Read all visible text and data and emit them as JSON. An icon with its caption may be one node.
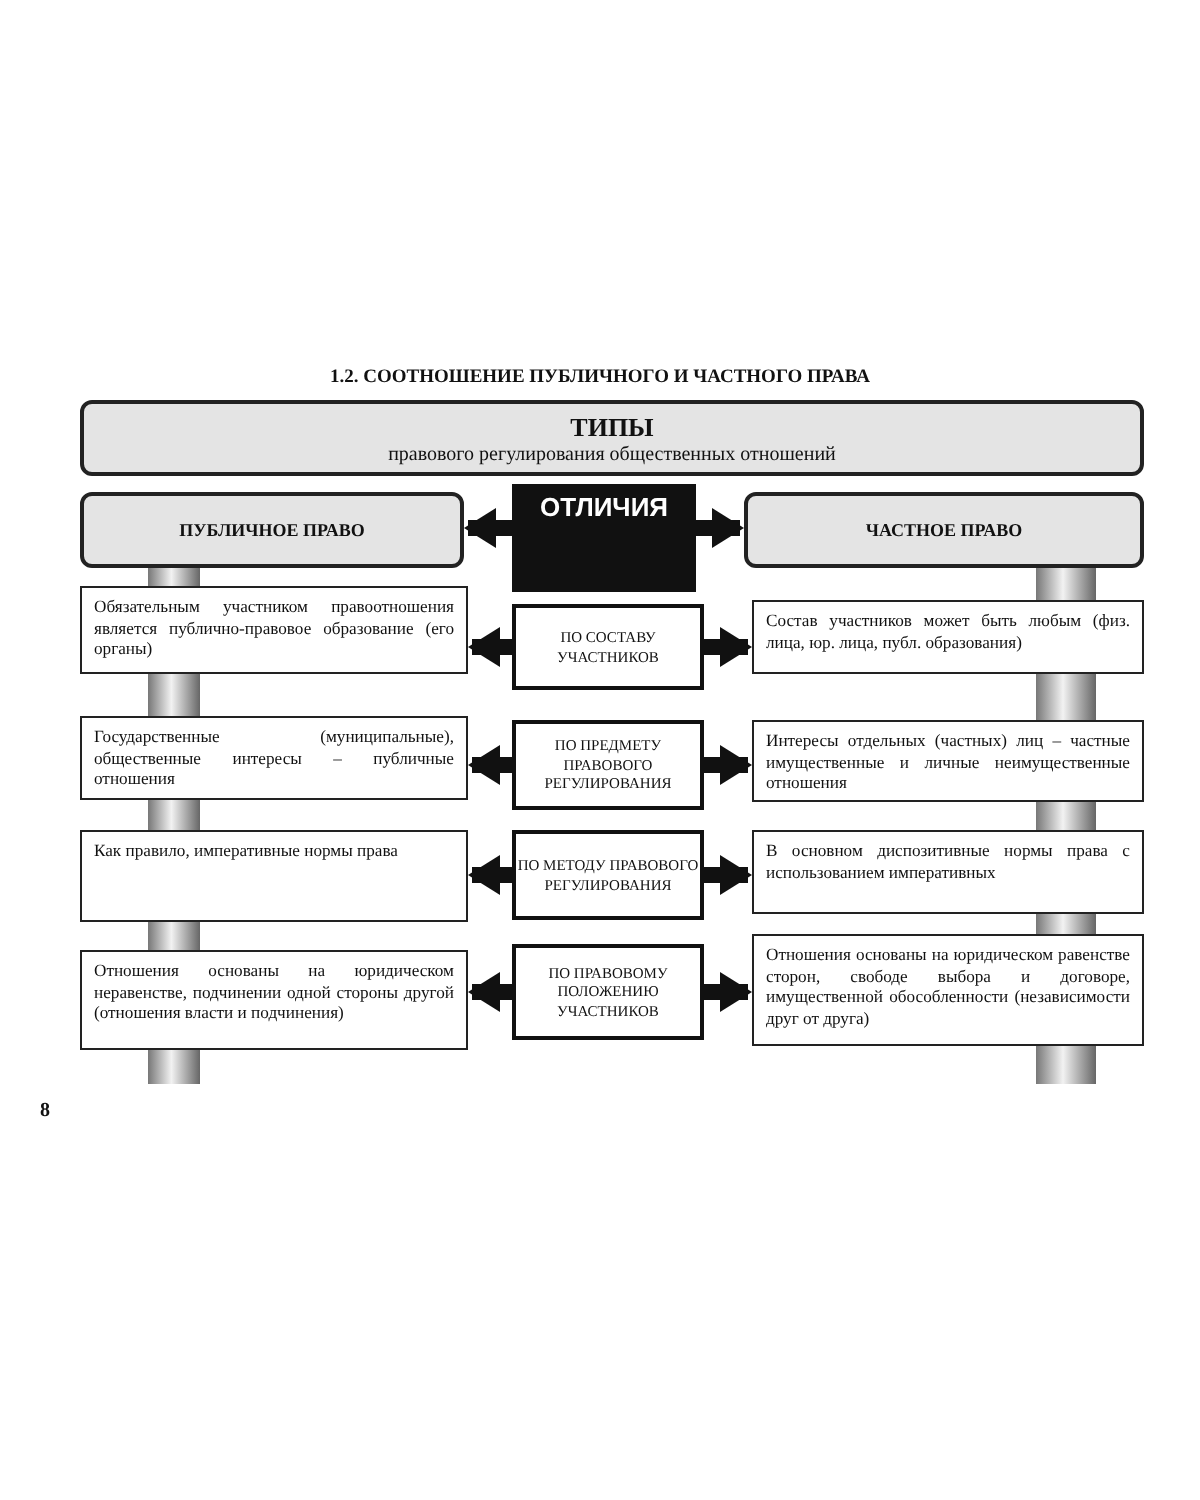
{
  "diagram": {
    "title": "1.2. СООТНОШЕНИЕ ПУБЛИЧНОГО И ЧАСТНОГО ПРАВА",
    "nodes": [
      {
        "text": [
          "ТИПЫ",
          "правового регулирования общественных отношений"
        ]
      },
      {
        "text": [
          "ПУБЛИЧНОЕ ПРАВО"
        ]
      },
      {
        "text": [
          "ОТЛИЧИЯ"
        ]
      },
      {
        "text": [
          "ЧАСТНОЕ ПРАВО"
        ]
      },
      {
        "text": [
          "Обязательным участником правоотношения является публично-правовое образование (его органы)"
        ]
      },
      {
        "text": [
          "ПО СОСТАВУ УЧАСТНИКОВ"
        ]
      },
      {
        "text": [
          "Состав участников может быть любым (физ. лица, юр. лица, публ. образования)"
        ]
      },
      {
        "text": [
          "Государственные (муниципальные), общественные интересы – публичные отношения"
        ]
      },
      {
        "text": [
          "ПО ПРЕДМЕТУ ПРАВОВОГО РЕГУЛИРОВАНИЯ"
        ]
      },
      {
        "text": [
          "Интересы отдельных (частных) лиц – частные имущественные и личные неимущественные отношения"
        ]
      },
      {
        "text": [
          "Как правило, императивные нормы права"
        ]
      },
      {
        "text": [
          "ПО МЕТОДУ ПРАВОВОГО РЕГУЛИРОВАНИЯ"
        ]
      },
      {
        "text": [
          "В основном диспозитивные нормы права с использованием императивных"
        ]
      },
      {
        "text": [
          "Отношения основаны на юридическом неравенстве, подчинении одной стороны другой (отношения власти и подчинения)"
        ]
      },
      {
        "text": [
          "ПО ПРАВОВОМУ ПОЛОЖЕНИЮ УЧАСТНИКОВ"
        ]
      },
      {
        "text": [
          "Отношения основаны на юридическом равенстве сторон, свободе выбора и договоре, имущественной обособленности (независимости друг от друга)"
        ]
      }
    ],
    "edges": [
      {
        "from": 2,
        "to": 1,
        "arrow": "to"
      },
      {
        "from": 2,
        "to": 3,
        "arrow": "to"
      },
      {
        "from": 5,
        "to": 4,
        "arrow": "to"
      },
      {
        "from": 5,
        "to": 6,
        "arrow": "to"
      },
      {
        "from": 8,
        "to": 7,
        "arrow": "to"
      },
      {
        "from": 8,
        "to": 9,
        "arrow": "to"
      },
      {
        "from": 11,
        "to": 10,
        "arrow": "to"
      },
      {
        "from": 11,
        "to": 12,
        "arrow": "to"
      },
      {
        "from": 14,
        "to": 13,
        "arrow": "to"
      },
      {
        "from": 14,
        "to": 15,
        "arrow": "to"
      },
      {
        "from": 1,
        "to": 4,
        "arrow": "none",
        "style": "thick"
      },
      {
        "from": 4,
        "to": 7,
        "arrow": "none",
        "style": "thick"
      },
      {
        "from": 7,
        "to": 10,
        "arrow": "none",
        "style": "thick"
      },
      {
        "from": 10,
        "to": 13,
        "arrow": "none",
        "style": "thick"
      },
      {
        "from": 13,
        "to": null,
        "arrow": "none",
        "style": "thick"
      },
      {
        "from": 3,
        "to": 6,
        "arrow": "none",
        "style": "thick"
      },
      {
        "from": 6,
        "to": 9,
        "arrow": "none",
        "style": "thick"
      },
      {
        "from": 9,
        "to": 12,
        "arrow": "none",
        "style": "thick"
      },
      {
        "from": 12,
        "to": 15,
        "arrow": "none",
        "style": "thick"
      },
      {
        "from": 15,
        "to": null,
        "arrow": "none",
        "style": "thick"
      }
    ],
    "labels": [
      "8"
    ]
  }
}
